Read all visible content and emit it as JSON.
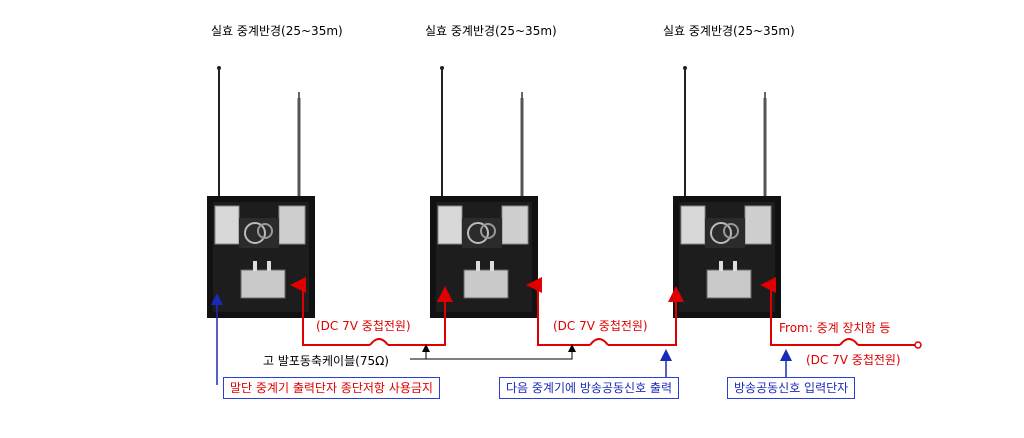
{
  "units": [
    {
      "coverage_label": "실효 중계반경(25~35m)"
    },
    {
      "coverage_label": "실효 중계반경(25~35m)"
    },
    {
      "coverage_label": "실효 중계반경(25~35m)"
    }
  ],
  "power_labels": [
    "(DC 7V 중첩전원)",
    "(DC 7V 중첩전원)",
    "(DC 7V 중첩전원)"
  ],
  "cable_label": "고 발포동축케이블(75Ω)",
  "from_label": "From: 중계 장치함 등",
  "callouts": {
    "terminal_warning": "말단 중계기 출력단자 종단저항 사용금지",
    "next_repeater": "다음 중계기에 방송공동신호 출력",
    "input_terminal": "방송공동신호 입력단자"
  },
  "colors": {
    "signal_line": "#e00000",
    "callout_arrow": "#1a2ab8",
    "device_body": "#111111"
  }
}
